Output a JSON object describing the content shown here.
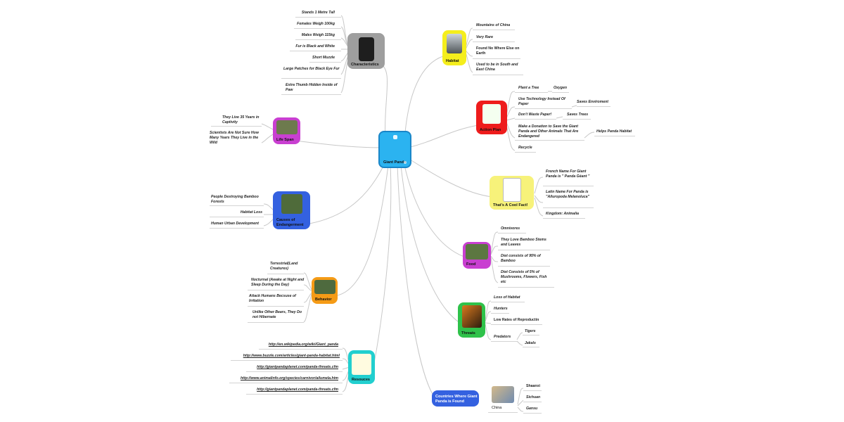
{
  "center": {
    "label": "Giant Panda"
  },
  "characteristics": {
    "label": "Characteristics",
    "items": [
      "Stands 1 Metre Tall",
      "Females Weigh 100kg",
      "Males Weigh 115kg",
      "Fur is Black and White",
      "Short Muzzle",
      "Large Patches for Black Eye Fur",
      "Extra Thumb Hidden Inside of Paw"
    ]
  },
  "life_span": {
    "label": "Life Span",
    "items": [
      "They Live 35 Years in Captivity",
      "Scientists Are Not Sure How Many Years They Live in the Wild"
    ]
  },
  "causes": {
    "label": "Causes of Endangerment",
    "items": [
      "People Destroying Bamboo Forests",
      "Habitat Loss",
      "Human Urban Development"
    ]
  },
  "behavior": {
    "label": "Behavior",
    "items": [
      "Terrestrial(Land Creatures)",
      "Nocturnal (Awake at Night and Sleep During the Day)",
      "Attack Humans Becsuse of Irritation",
      "Unlike Other Bears, They Do not Hibernate"
    ]
  },
  "resources": {
    "label": "Resouces",
    "items": [
      "http://en.wikipedia.org/wiki/Giant_panda",
      "http://www.buzzle.com/articles/giant-panda-habitat.html",
      "http://giantpandaplanet.com/panda-threats.cfm",
      "http://www.animalinfo.org/species/carnivor/ailumela.htm",
      "http://giantpandaplanet.com/panda-threats.cfm"
    ]
  },
  "habitat": {
    "label": "Habitat",
    "items": [
      "Mountains of China",
      "Very Rare",
      "Found No Where Else on Earth",
      "Used to be in South and East China"
    ]
  },
  "action_plan": {
    "label": "Action Plan",
    "items": [
      "Plant a Tree",
      "Use Technology Instead Of Paper",
      "Don't Waste Paper!",
      "Make a Donation to Save the Giant Panda and Other Animals That Are Endangered",
      "Recycle"
    ],
    "sub": {
      "oxygen": "Oxygen",
      "saves_env": "Saves Enviroment",
      "saves_trees": "Saves Trees",
      "helps": "Helps Panda Habitat"
    }
  },
  "cool_facts": {
    "label": "That's A Cool Fact!",
    "items": [
      "French Name For Giant Panda is \" Panda Géant \"",
      "Latin Name For Panda is \"Ailuropoda Melanoluca\"",
      "Kingdom: Animalia"
    ]
  },
  "food": {
    "label": "Food",
    "items": [
      "Omnivores",
      "They Love Bamboo Stems and Leaves",
      "Diet consists of 95% of Bamboo",
      "Diet Consists of 5% of Mushrooms, Flowers, Fish etc"
    ]
  },
  "threats": {
    "label": "Threats",
    "items": [
      "Loss of Habitat",
      "Hunters",
      "Low Rates of Reproductin",
      "Predators"
    ],
    "predators": [
      "Tigers",
      "Jakals"
    ]
  },
  "countries": {
    "label": "Countries Where Giant Panda is Found",
    "china": "China",
    "provinces": [
      "Shaanxi",
      "Sichuan",
      "Gansu"
    ]
  },
  "colors": {
    "center": "#2bb3f0",
    "characteristics": "#9e9e9e",
    "life_span": "#c93fd1",
    "causes": "#3461e0",
    "behavior": "#f59b16",
    "resources": "#22cfcf",
    "habitat": "#f5ee1c",
    "action_plan": "#ee1c1c",
    "cool_facts": "#f7f27a",
    "food": "#c93fd1",
    "threats": "#2fc24a",
    "countries": "#3461e0"
  },
  "icons": {
    "characteristics": "panda-paw-icon",
    "life_span": "panda-photo-icon",
    "causes": "panda-photo-icon",
    "behavior": "panda-photo-icon",
    "resources": "lightbulb-icon",
    "habitat": "mountain-icon",
    "action_plan": "earth-plant-icon",
    "cool_facts": "panda-sketch-icon",
    "food": "panda-photo-icon",
    "threats": "tiger-icon",
    "countries": "map-icon",
    "center": "panda-icon"
  }
}
